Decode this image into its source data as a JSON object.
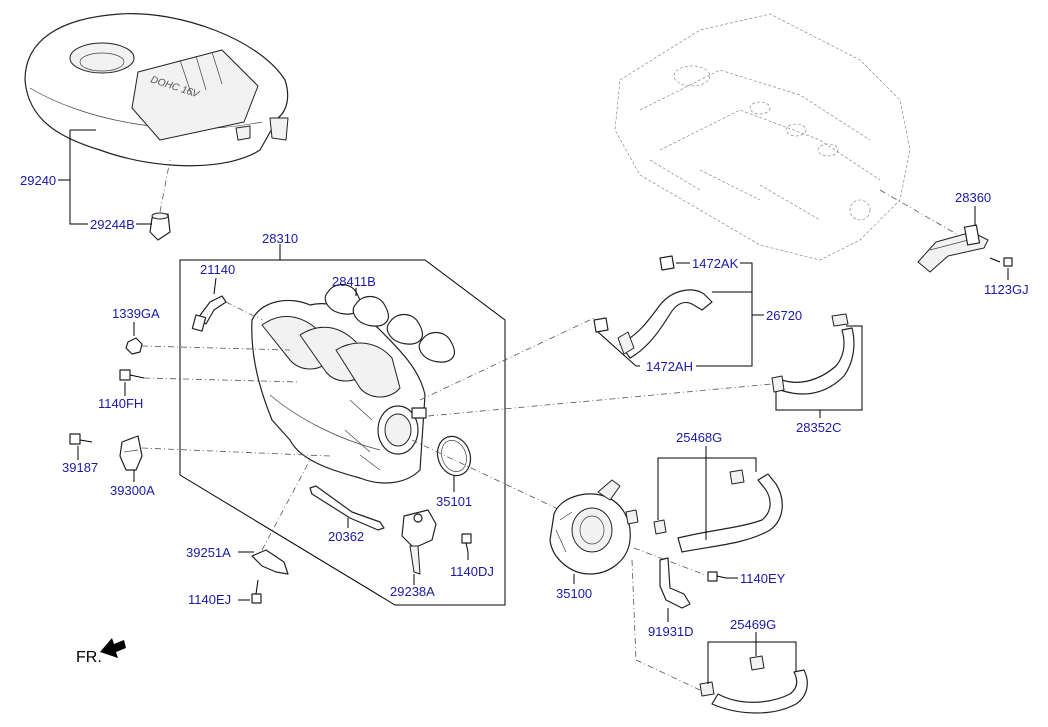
{
  "orientation_label": "FR.",
  "part_numbers": {
    "engine_cover": "29240",
    "cover_grommet": "29244B",
    "intake_manifold": "28310",
    "pcv_hose_21140": "21140",
    "manifold_gasket": "28411B",
    "nut_1339ga": "1339GA",
    "bolt_1140fh": "1140FH",
    "bolt_39187": "39187",
    "map_sensor": "39300A",
    "bracket_39251a": "39251A",
    "bolt_1140ej": "1140EJ",
    "vacuum_hose_20362": "20362",
    "actuator_29238a": "29238A",
    "bolt_1140dj": "1140DJ",
    "throttle_gasket": "35101",
    "throttle_body": "35100",
    "clamp_1472ak": "1472AK",
    "clamp_1472ah": "1472AH",
    "hose_26720": "26720",
    "hose_28352c": "28352C",
    "hose_25468g": "25468G",
    "hose_25469g": "25469G",
    "bolt_1140ey": "1140EY",
    "bracket_91931d": "91931D",
    "pipe_28360": "28360",
    "bolt_1123gj": "1123GJ"
  },
  "cover_lettering": "DOHC 16V"
}
